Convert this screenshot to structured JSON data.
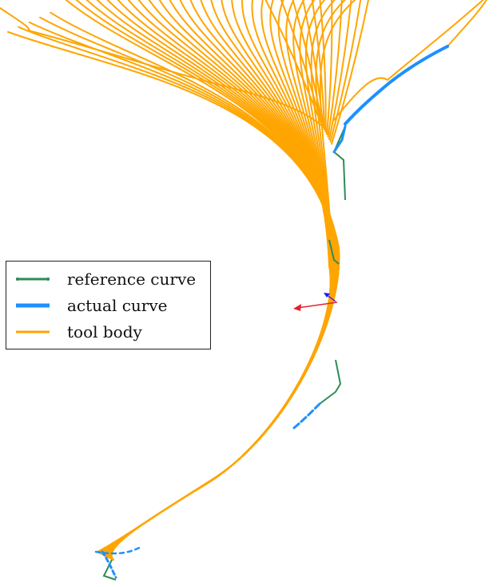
{
  "legend": {
    "items": [
      {
        "label": "reference curve",
        "color": "#2e8b57",
        "style": "line-with-dots"
      },
      {
        "label": "actual curve",
        "color": "#1e90ff",
        "style": "thick-line"
      },
      {
        "label": "tool body",
        "color": "#ffa500",
        "style": "line"
      }
    ]
  },
  "colors": {
    "tool_body": "#ffa500",
    "reference_curve": "#2e8b57",
    "actual_curve": "#1e90ff",
    "frame_x_arrow": "#e8202a",
    "frame_y_arrow": "#1a1aff",
    "background": "#ffffff"
  }
}
